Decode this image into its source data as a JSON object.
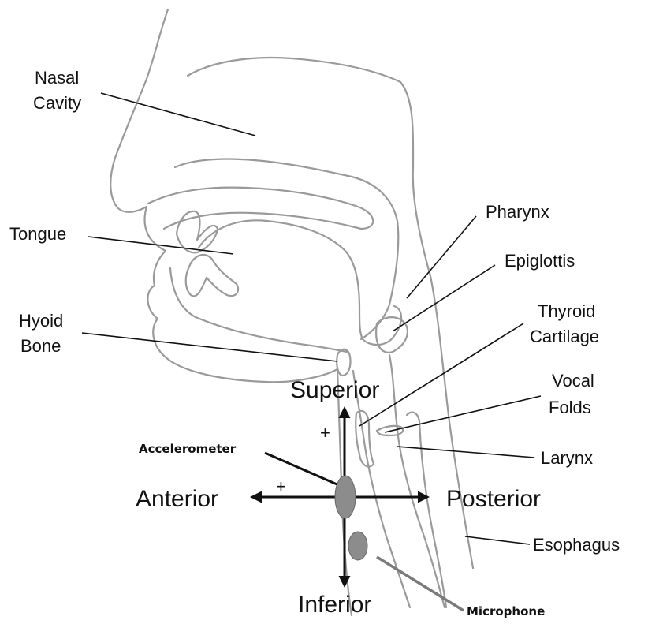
{
  "labels": {
    "nasal_cavity": [
      "Nasal",
      "Cavity"
    ],
    "tongue": "Tongue",
    "hyoid_bone": [
      "Hyoid",
      "Bone"
    ],
    "pharynx": "Pharynx",
    "epiglottis": "Epiglottis",
    "thyroid_cartilage": [
      "Thyroid",
      "Cartilage"
    ],
    "vocal_folds": [
      "Vocal",
      "Folds"
    ],
    "larynx": "Larynx",
    "esophagus": "Esophagus"
  },
  "axes": {
    "superior": "Superior",
    "inferior": "Inferior",
    "anterior": "Anterior",
    "posterior": "Posterior",
    "plus_vertical": "+",
    "plus_horizontal": "+"
  },
  "sensors": {
    "accelerometer": "Accelerometer",
    "microphone": "Microphone",
    "accelerometer_color": "#8c8c8c",
    "microphone_color": "#8c8c8c"
  }
}
